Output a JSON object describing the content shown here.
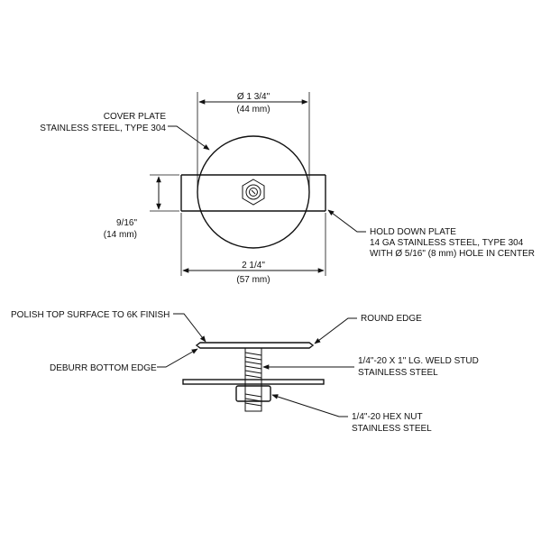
{
  "top_view": {
    "diameter_label": "Ø 1 3/4\"",
    "diameter_metric": "(44 mm)",
    "width_label": "2 1/4\"",
    "width_metric": "(57 mm)",
    "height_label": "9/16\"",
    "height_metric": "(14 mm)",
    "cover_plate_line1": "COVER PLATE",
    "cover_plate_line2": "STAINLESS STEEL, TYPE 304",
    "hold_down_line1": "HOLD DOWN PLATE",
    "hold_down_line2": "14 GA STAINLESS STEEL, TYPE 304",
    "hold_down_line3": "WITH Ø 5/16\" (8 mm) HOLE IN CENTER"
  },
  "side_view": {
    "polish_label": "POLISH TOP SURFACE TO 6K FINISH",
    "round_edge_label": "ROUND EDGE",
    "deburr_label": "DEBURR BOTTOM EDGE",
    "stud_line1": "1/4\"-20 X 1\" LG. WELD STUD",
    "stud_line2": "STAINLESS STEEL",
    "nut_line1": "1/4\"-20 HEX NUT",
    "nut_line2": "STAINLESS STEEL"
  }
}
